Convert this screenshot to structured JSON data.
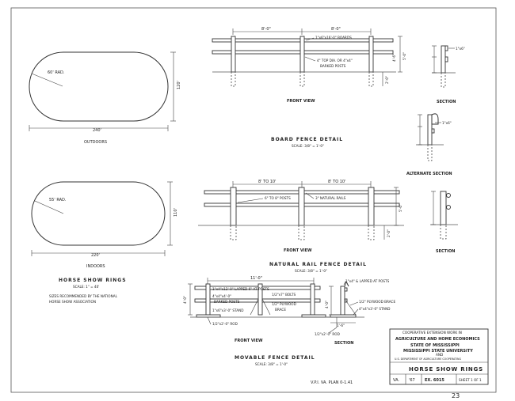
{
  "rings": {
    "outdoors_radius": "60' RAD.",
    "outdoors_height": "120'",
    "outdoors_width": "240'",
    "outdoors_label": "OUTDOORS",
    "indoors_radius": "55' RAD.",
    "indoors_height": "110'",
    "indoors_width": "220'",
    "indoors_label": "INDOORS",
    "title": "HORSE SHOW RINGS",
    "scale": "SCALE: 1\" = 40'",
    "note_line1": "SIZES RECOMMENDED BY THE NATIONAL",
    "note_line2": "HORSE SHOW ASSOCIATION"
  },
  "board_fence": {
    "span_1": "8'-0\"",
    "span_2": "8'-0\"",
    "boards_label": "1\"x6\"x16'-0\" BOARDS",
    "posts_label_1": "4\" TOP DIA. OR 4\"x4\"",
    "posts_label_2": "BARKED POSTS",
    "height_1": "5'-0\"",
    "height_2": "4'-6\"",
    "height_3": "2'-0\"",
    "front_view": "FRONT VIEW",
    "section": "SECTION",
    "section_board": "1\"x6\"",
    "alt_board": "1\"x6\"",
    "alt_section": "ALTERNATE SECTION",
    "title": "BOARD FENCE DETAIL",
    "scale": "SCALE: 3/8\" = 1'-0\""
  },
  "rail_fence": {
    "span_1": "8' TO 10'",
    "span_2": "8' TO 10'",
    "posts_label": "6\" TO 8\" POSTS",
    "rails_label": "3\" NATURAL RAILS",
    "height_1": "5'-0\"",
    "height_2": "2'-0\"",
    "front_view": "FRONT VIEW",
    "section": "SECTION",
    "title": "NATURAL RAIL FENCE DETAIL",
    "scale": "SCALE: 3/8\" = 1'-0\""
  },
  "movable_fence": {
    "span": "11'-0\"",
    "rails_label": "1\"x4\"x12'-0\" LAPPED 6\" AT POSTS",
    "posts_label_1": "4\"x4\"x4'-0\"",
    "posts_label_2": "BARKED POSTS",
    "stand_label": "1\"x6\"x3'-0\" STAND",
    "bolts_label": "1/2\"x7\" BOLTS",
    "plywood_label_1": "1/2\" PLYWOOD",
    "plywood_label_2": "BRACE",
    "rod_label": "1/2\"x2'-0\" ROD",
    "height": "4'-0\"",
    "front_view": "FRONT VIEW",
    "sec_lapped": "1\"x4\" & LAPPED AT POSTS",
    "sec_brace": "1/2\" PLYWOOD BRACE",
    "sec_stand": "4\"x4\"x3'-0\" STAND",
    "sec_rod": "1/2\"x2'-0\" ROD",
    "sec_height": "4'-0\"",
    "sec_base": "1'-6\"",
    "section": "SECTION",
    "title": "MOVABLE FENCE DETAIL",
    "scale": "SCALE: 3/8\" = 1'-0\""
  },
  "title_block": {
    "line1": "COOPERATIVE EXTENSION WORK IN",
    "line2": "AGRICULTURE AND HOME ECONOMICS",
    "line3": "STATE OF MISSISSIPPI",
    "line4": "MISSISSIPPI STATE UNIVERSITY",
    "line5": "AND",
    "line6": "U.S. DEPARTMENT OF AGRICULTURE COOPERATING",
    "drawing_title": "HORSE SHOW RINGS",
    "cell_va": "VA.",
    "cell_year": "'67",
    "cell_ex": "EX. 6015",
    "cell_sheet": "SHEET 1 OF 1"
  },
  "footer": {
    "plan_ref": "V.P.I. VA. PLAN 0-1.41",
    "page_number": "23"
  }
}
